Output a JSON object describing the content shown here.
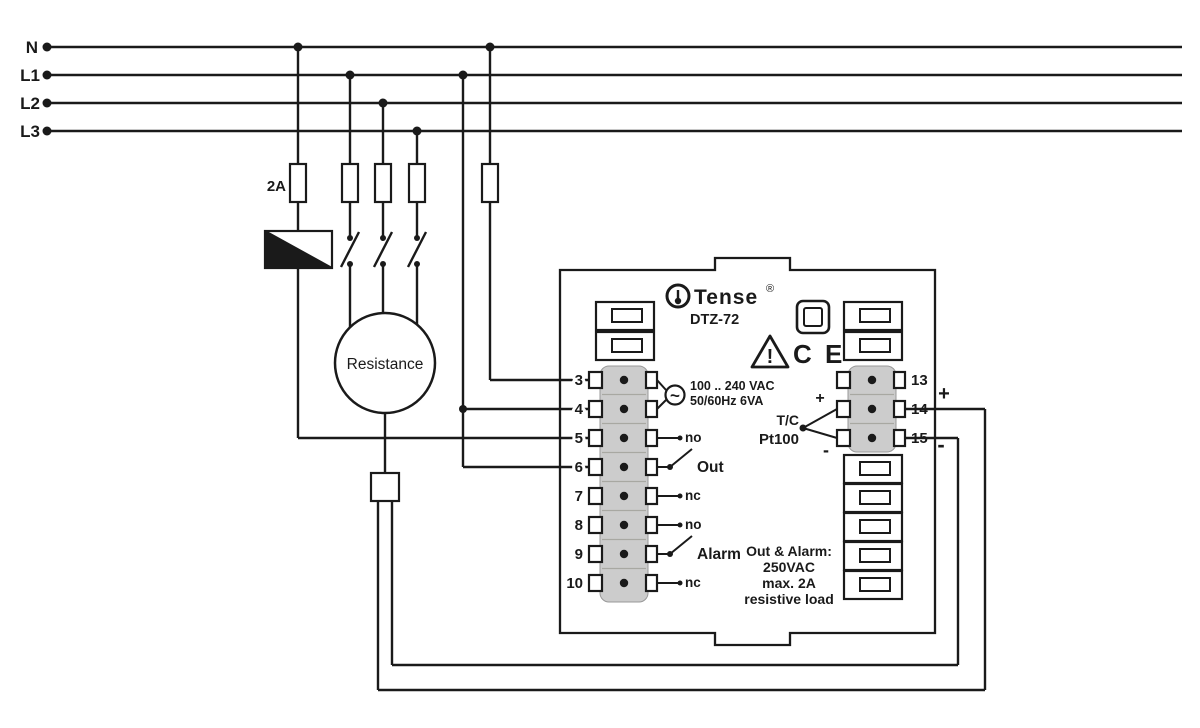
{
  "diagram": {
    "power_lines": [
      "N",
      "L1",
      "L2",
      "L3"
    ],
    "fuse_label": "2A",
    "load_label": "Resistance",
    "device": {
      "brand": "Tense",
      "reg": "®",
      "model": "DTZ-72",
      "power_symbol": "~",
      "supply_line1": "100 .. 240 VAC",
      "supply_line2": "50/60Hz 6VA",
      "warning": "!",
      "ce_mark": "C E",
      "out_relay": {
        "no": "no",
        "label": "Out",
        "nc": "nc"
      },
      "alarm_relay": {
        "no": "no",
        "label": "Alarm",
        "nc": "nc"
      },
      "sensor_line1": "T/C",
      "sensor_line2": "Pt100",
      "sensor_plus": "+",
      "sensor_minus": "-",
      "rating": [
        "Out & Alarm:",
        "250VAC",
        "max. 2A",
        "resistive load"
      ],
      "left_terminals": [
        "3",
        "4",
        "5",
        "6",
        "7",
        "8",
        "9",
        "10"
      ],
      "right_terminals": [
        "13",
        "14",
        "15"
      ]
    },
    "external": {
      "plus": "+",
      "minus": "-"
    }
  }
}
